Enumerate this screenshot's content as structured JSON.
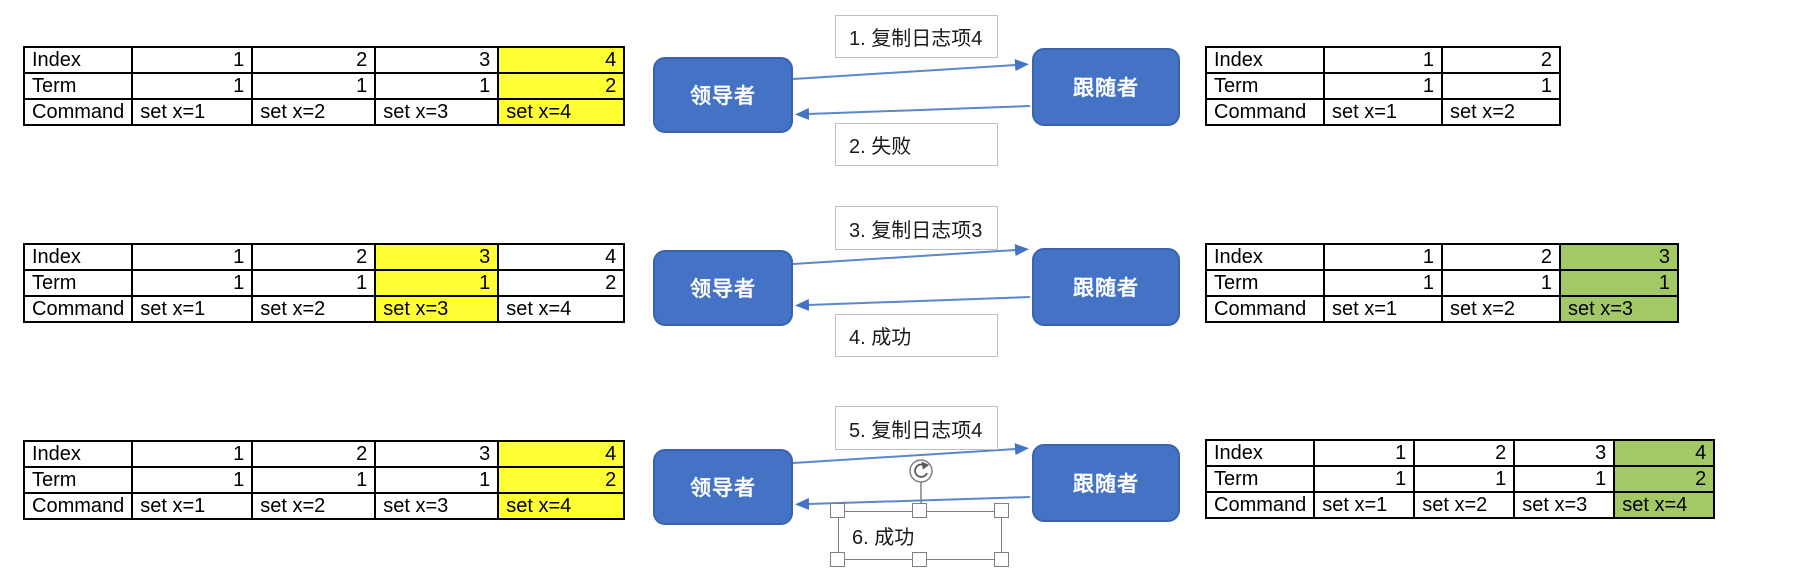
{
  "colors": {
    "node_fill": "#4472C4",
    "node_border": "#3A62AE",
    "node_text": "#FFFFFF",
    "arrow_line": "#5B87CE",
    "arrow_head": "#4472C4",
    "highlight_yellow": "#FFFF33",
    "highlight_green": "#A3C966",
    "label_border": "#BFBFBF",
    "selection_gray": "#7F7F7F",
    "table_border": "#000000"
  },
  "rows": [
    {
      "leader_label": "领导者",
      "follower_label": "跟随者",
      "request_label": "1. 复制日志项4",
      "response_label": "2. 失败",
      "leader_log": {
        "row_headers": [
          "Index",
          "Term",
          "Command"
        ],
        "entries": [
          {
            "index": "1",
            "term": "1",
            "command": "set x=1",
            "highlight": null
          },
          {
            "index": "2",
            "term": "1",
            "command": "set x=2",
            "highlight": null
          },
          {
            "index": "3",
            "term": "1",
            "command": "set x=3",
            "highlight": null
          },
          {
            "index": "4",
            "term": "2",
            "command": "set x=4",
            "highlight": "yellow"
          }
        ]
      },
      "follower_log": {
        "row_headers": [
          "Index",
          "Term",
          "Command"
        ],
        "entries": [
          {
            "index": "1",
            "term": "1",
            "command": "set x=1",
            "highlight": null
          },
          {
            "index": "2",
            "term": "1",
            "command": "set x=2",
            "highlight": null
          }
        ]
      }
    },
    {
      "leader_label": "领导者",
      "follower_label": "跟随者",
      "request_label": "3. 复制日志项3",
      "response_label": "4. 成功",
      "leader_log": {
        "row_headers": [
          "Index",
          "Term",
          "Command"
        ],
        "entries": [
          {
            "index": "1",
            "term": "1",
            "command": "set x=1",
            "highlight": null
          },
          {
            "index": "2",
            "term": "1",
            "command": "set x=2",
            "highlight": null
          },
          {
            "index": "3",
            "term": "1",
            "command": "set x=3",
            "highlight": "yellow"
          },
          {
            "index": "4",
            "term": "2",
            "command": "set x=4",
            "highlight": null
          }
        ]
      },
      "follower_log": {
        "row_headers": [
          "Index",
          "Term",
          "Command"
        ],
        "entries": [
          {
            "index": "1",
            "term": "1",
            "command": "set x=1",
            "highlight": null
          },
          {
            "index": "2",
            "term": "1",
            "command": "set x=2",
            "highlight": null
          },
          {
            "index": "3",
            "term": "1",
            "command": "set x=3",
            "highlight": "green"
          }
        ]
      }
    },
    {
      "leader_label": "领导者",
      "follower_label": "跟随者",
      "request_label": "5. 复制日志项4",
      "response_label": "6. 成功",
      "response_selected": true,
      "leader_log": {
        "row_headers": [
          "Index",
          "Term",
          "Command"
        ],
        "entries": [
          {
            "index": "1",
            "term": "1",
            "command": "set x=1",
            "highlight": null
          },
          {
            "index": "2",
            "term": "1",
            "command": "set x=2",
            "highlight": null
          },
          {
            "index": "3",
            "term": "1",
            "command": "set x=3",
            "highlight": null
          },
          {
            "index": "4",
            "term": "2",
            "command": "set x=4",
            "highlight": "yellow"
          }
        ]
      },
      "follower_log": {
        "row_headers": [
          "Index",
          "Term",
          "Command"
        ],
        "entries": [
          {
            "index": "1",
            "term": "1",
            "command": "set x=1",
            "highlight": null
          },
          {
            "index": "2",
            "term": "1",
            "command": "set x=2",
            "highlight": null
          },
          {
            "index": "3",
            "term": "1",
            "command": "set x=3",
            "highlight": null
          },
          {
            "index": "4",
            "term": "2",
            "command": "set x=4",
            "highlight": "green"
          }
        ]
      }
    }
  ]
}
